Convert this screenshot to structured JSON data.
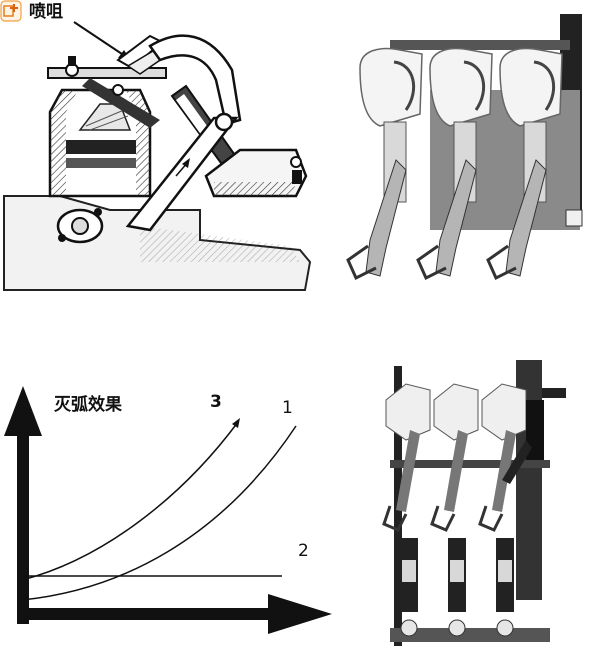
{
  "figure": {
    "corner_icon": "add-image-icon",
    "nozzle_label": "喷咀",
    "graph": {
      "ylabel": "灭弧效果",
      "curve_labels": [
        "3",
        "1",
        "2"
      ]
    }
  }
}
